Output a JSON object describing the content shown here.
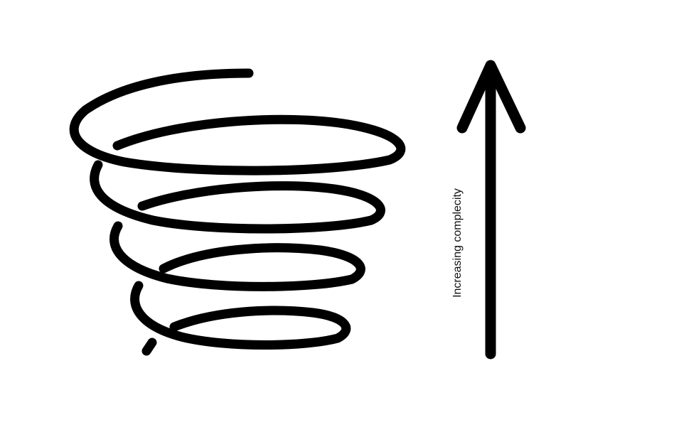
{
  "diagram": {
    "axis_label": "Increasing complecity",
    "stroke_color": "#000000",
    "background_color": "#ffffff",
    "shapes": [
      "spiral",
      "up-arrow"
    ]
  }
}
